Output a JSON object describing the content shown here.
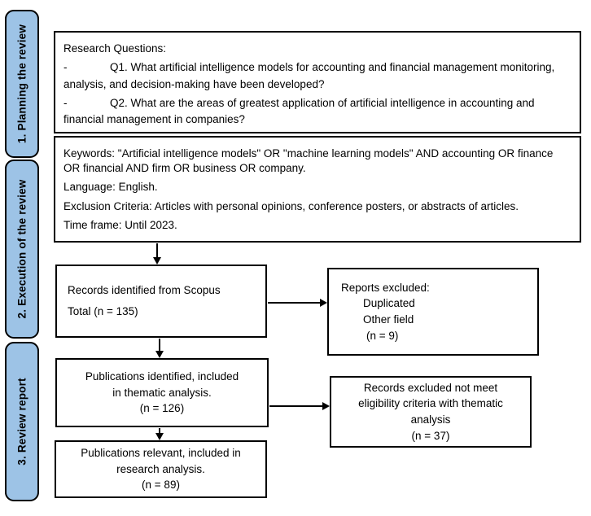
{
  "stages": [
    {
      "label": "1. Planning the review"
    },
    {
      "label": "2. Execution of the review"
    },
    {
      "label": "3. Review report"
    }
  ],
  "boxes": {
    "research": {
      "title": "Research Questions:",
      "items": [
        {
          "bullet": "-",
          "text": "Q1. What artificial intelligence models for accounting and financial management monitoring, analysis, and decision-making have been developed?"
        },
        {
          "bullet": "-",
          "text": "Q2. What are the areas of greatest application of artificial intelligence in accounting and financial management in companies?"
        }
      ]
    },
    "criteria": {
      "lines": [
        "Keywords: \"Artificial intelligence models\" OR \"machine learning models\" AND accounting OR finance OR financial AND firm OR business OR company.",
        "Language: English.",
        "Exclusion Criteria: Articles with personal opinions, conference posters, or abstracts of articles.",
        "Time frame: Until 2023."
      ]
    },
    "records_identified": {
      "lines": [
        "Records identified from Scopus",
        "Total (n = 135)"
      ]
    },
    "reports_excluded": {
      "lines": [
        "Reports excluded:",
        "Duplicated",
        "Other field",
        "(n = 9)"
      ]
    },
    "publications_identified": {
      "lines": [
        "Publications identified, included",
        "in thematic analysis.",
        "(n = 126)"
      ]
    },
    "records_excluded": {
      "lines": [
        "Records excluded not meet",
        "eligibility criteria with thematic",
        "analysis",
        "(n = 37)"
      ]
    },
    "publications_relevant": {
      "lines": [
        "Publications relevant, included in",
        "research analysis.",
        "(n = 89)"
      ]
    }
  },
  "colors": {
    "stage_fill": "#9DC3E6",
    "border": "#000000",
    "background": "#FFFFFF"
  }
}
